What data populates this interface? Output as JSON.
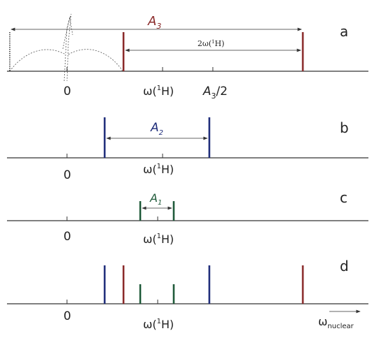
{
  "colors": {
    "axis": "#333333",
    "A3": "#8a2a2a",
    "A2": "#1f2d7a",
    "A1": "#1f5a3a",
    "guide": "#777777"
  },
  "panels": {
    "a": {
      "letter": "a",
      "tick_zero": "0",
      "tick_omega": "ω(",
      "tick_omega_sup": "1",
      "tick_omega_end": "H)",
      "half_label": "A",
      "half_label_sub": "3",
      "half_label_end": "/2",
      "span_label": "A",
      "span_label_sub": "3",
      "inner_label": "2ω(",
      "inner_label_sup": "1",
      "inner_label_end": "H)"
    },
    "b": {
      "letter": "b",
      "tick_zero": "0",
      "tick_omega": "ω(",
      "tick_omega_sup": "1",
      "tick_omega_end": "H)",
      "span_label": "A",
      "span_label_sub": "2"
    },
    "c": {
      "letter": "c",
      "tick_zero": "0",
      "tick_omega": "ω(",
      "tick_omega_sup": "1",
      "tick_omega_end": "H)",
      "span_label": "A",
      "span_label_sub": "1"
    },
    "d": {
      "letter": "d",
      "tick_zero": "0",
      "tick_omega": "ω(",
      "tick_omega_sup": "1",
      "tick_omega_end": "H)",
      "axis_label": "ω",
      "axis_label_sub": "nuclear"
    }
  }
}
